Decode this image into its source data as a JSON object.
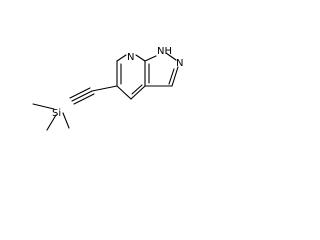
{
  "structure": {
    "atoms": {
      "nh": "NH",
      "n_azole": "N",
      "n_pyridine": "N",
      "silicon": "Si"
    }
  }
}
